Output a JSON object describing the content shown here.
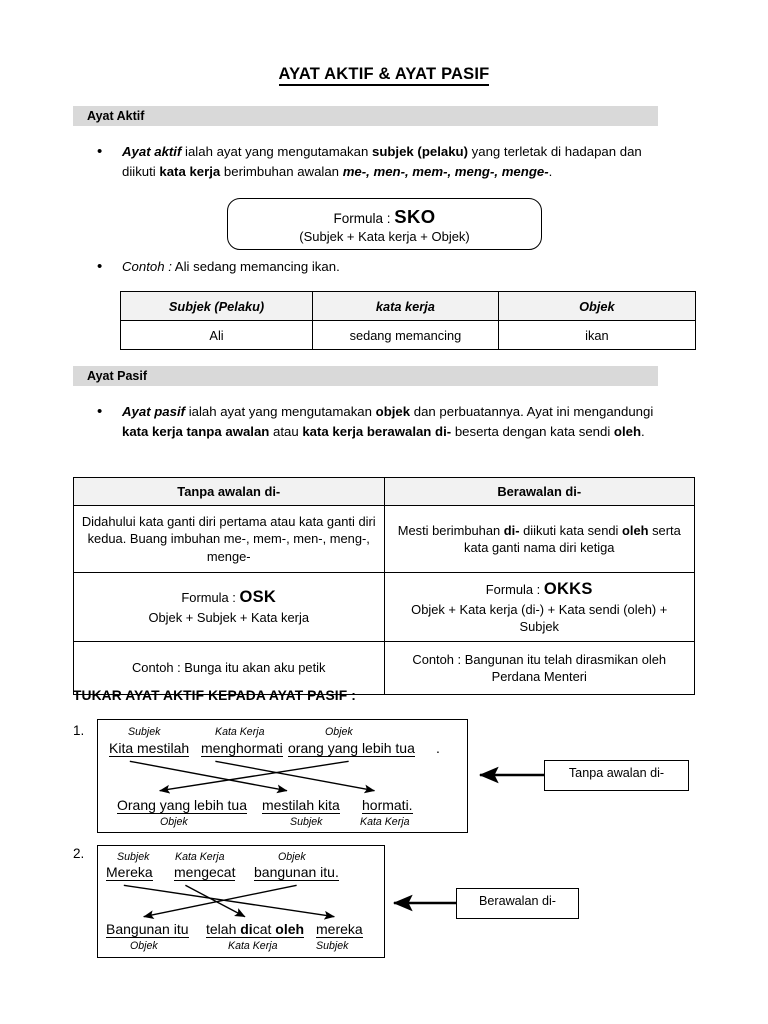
{
  "document": {
    "title": "AYAT AKTIF & AYAT PASIF"
  },
  "sections": {
    "aktif": {
      "bar_label": "Ayat Aktif",
      "bullet_1": {
        "lead_italic_bold": "Ayat aktif",
        "text_1": " ialah ayat yang mengutamakan ",
        "bold_1": "subjek (pelaku)",
        "text_2": " yang terletak di hadapan dan diikuti ",
        "bold_2": "kata kerja",
        "text_3": " berimbuhan awalan ",
        "bolditalic_1": "me-, men-, mem-, meng-, menge-",
        "text_4": "."
      },
      "formula_box": {
        "label": "Formula : ",
        "acronym": "SKO",
        "expansion": "(Subjek  +  Kata kerja  +  Objek)"
      },
      "bullet_2": {
        "lead_italic": "Contoh :",
        "text": " Ali sedang memancing ikan."
      },
      "example_table": {
        "headers": [
          "Subjek (Pelaku)",
          "kata kerja",
          "Objek"
        ],
        "row": [
          "Ali",
          "sedang memancing",
          "ikan"
        ]
      }
    },
    "pasif": {
      "bar_label": "Ayat Pasif",
      "bullet_1": {
        "lead_italic_bold": "Ayat pasif",
        "text_1": " ialah ayat yang mengutamakan ",
        "bold_1": "objek",
        "text_2": " dan perbuatannya. Ayat ini mengandungi ",
        "bold_2": "kata kerja tanpa awalan",
        "text_3": " atau ",
        "bold_3": "kata kerja berawalan di-",
        "text_4": " beserta dengan kata sendi ",
        "bold_4": "oleh",
        "text_5": "."
      },
      "passive_table": {
        "headers": [
          "Tanpa awalan di-",
          "Berawalan di-"
        ],
        "row_description": {
          "left": "Didahului kata ganti diri pertama atau kata ganti diri kedua. Buang imbuhan me-, mem-, men-, meng-, menge-",
          "right_part_1": "Mesti berimbuhan ",
          "right_bold_1": "di-",
          "right_part_2": " diikuti kata sendi ",
          "right_bold_2": "oleh",
          "right_part_3": " serta kata ganti nama diri ketiga"
        },
        "row_formula": {
          "left_label": "Formula : ",
          "left_acronym": "OSK",
          "left_expansion": "Objek + Subjek + Kata kerja",
          "right_label": "Formula : ",
          "right_acronym": "OKKS",
          "right_expansion": "Objek + Kata kerja (di-) + Kata sendi (oleh) + Subjek"
        },
        "row_example": {
          "left": "Contoh : Bunga itu akan aku petik",
          "right": "Contoh : Bangunan itu telah dirasmikan oleh Perdana Menteri"
        }
      }
    },
    "tukar": {
      "heading": "TUKAR AYAT AKTIF KEPADA AYAT PASIF :",
      "items": [
        {
          "number": "1.",
          "top_labels": [
            "Subjek",
            "Kata Kerja",
            "Objek"
          ],
          "top_words": [
            "Kita mestilah",
            "menghormati",
            "orang yang lebih tua"
          ],
          "top_trailing_period": ".",
          "bottom_words": [
            "Orang yang lebih tua",
            "mestilah kita",
            "hormati."
          ],
          "bottom_labels": [
            "Objek",
            "Subjek",
            "Kata Kerja"
          ],
          "callout": "Tanpa awalan di-"
        },
        {
          "number": "2.",
          "top_labels": [
            "Subjek",
            "Kata Kerja",
            "Objek"
          ],
          "top_words": [
            "Mereka",
            "mengecat",
            "bangunan itu."
          ],
          "bottom_words_2": {
            "left": "Bangunan itu",
            "middle_plain_1": "telah ",
            "middle_bold_1": "di",
            "middle_plain_2": "cat ",
            "middle_bold_2": "oleh",
            "right": "mereka"
          },
          "bottom_labels": [
            "Objek",
            "Kata Kerja",
            "Subjek"
          ],
          "callout": "Berawalan di-"
        }
      ]
    }
  },
  "colors": {
    "section_bar": "#d9d9d9",
    "table_header": "#f2f2f2",
    "border": "#000000",
    "text": "#000000"
  }
}
